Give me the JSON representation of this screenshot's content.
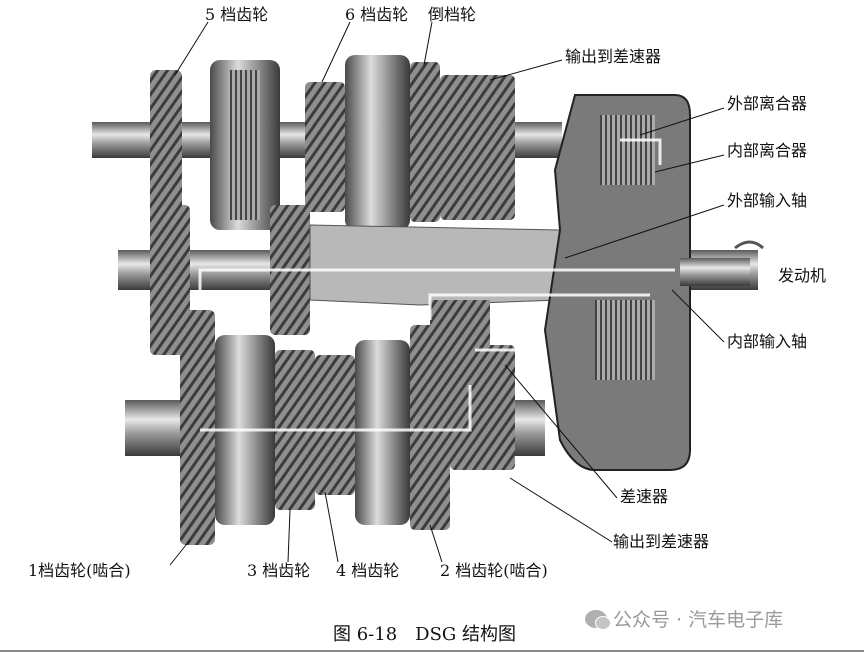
{
  "labels": {
    "gear5": "5 档齿轮",
    "gear6": "6 档齿轮",
    "reverse": "倒档轮",
    "output_top": "输出到差速器",
    "outer_clutch": "外部离合器",
    "inner_clutch": "内部离合器",
    "outer_input_shaft": "外部输入轴",
    "engine": "发动机",
    "inner_input_shaft": "内部输入轴",
    "differential": "差速器",
    "output_bottom": "输出到差速器",
    "gear1": "1档齿轮(啮合)",
    "gear3": "3 档齿轮",
    "gear4": "4 档齿轮",
    "gear2": "2 档齿轮(啮合)"
  },
  "caption": "图 6-18　DSG 结构图",
  "watermark": "公众号 · 汽车电子库"
}
